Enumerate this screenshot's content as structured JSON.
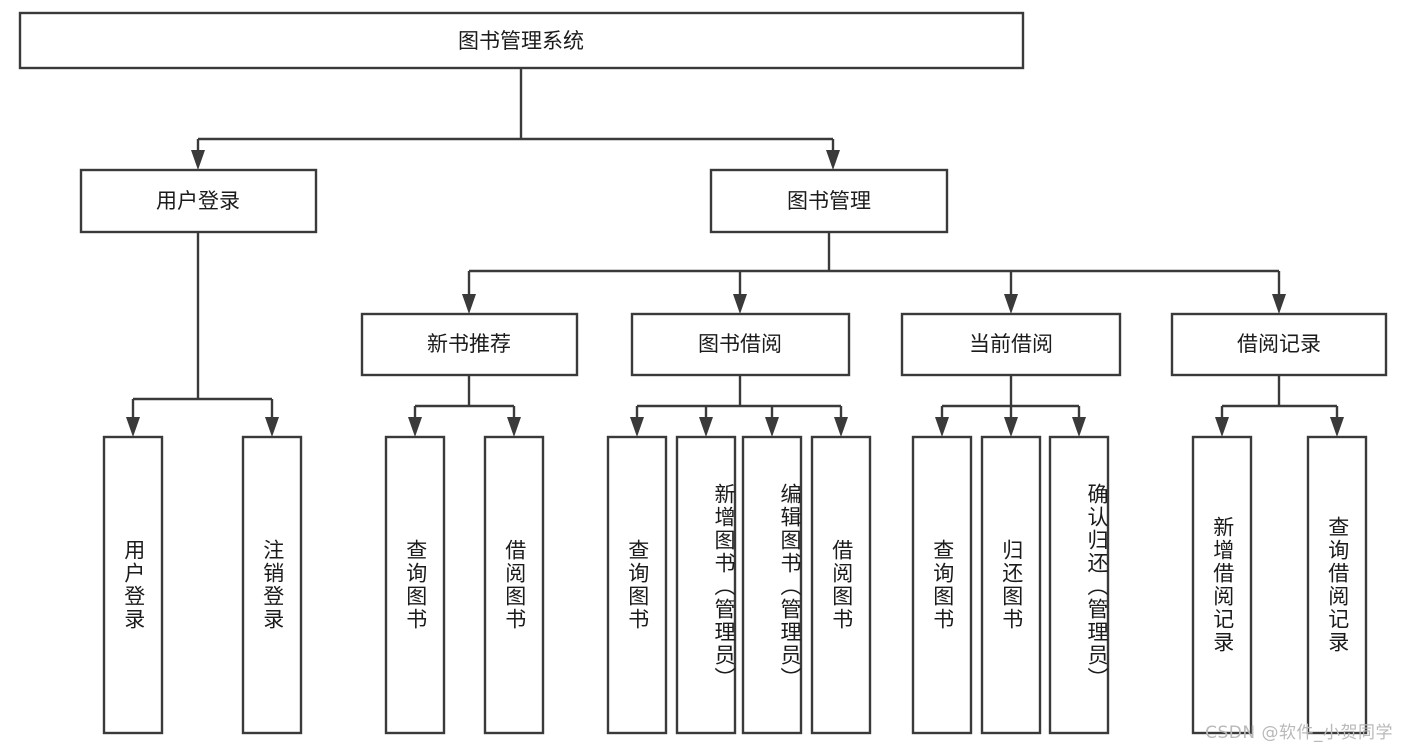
{
  "diagram": {
    "title": "图书管理系统",
    "type": "tree-hierarchy",
    "root": {
      "label": "图书管理系统"
    },
    "level2": [
      {
        "label": "用户登录"
      },
      {
        "label": "图书管理"
      }
    ],
    "level3": [
      {
        "label": "新书推荐"
      },
      {
        "label": "图书借阅"
      },
      {
        "label": "当前借阅"
      },
      {
        "label": "借阅记录"
      }
    ],
    "leaves": {
      "user_login": [
        {
          "label": "用户登录"
        },
        {
          "label": "注销登录"
        }
      ],
      "new_book_recommend": [
        {
          "label": "查询图书"
        },
        {
          "label": "借阅图书"
        }
      ],
      "book_borrow": [
        {
          "label": "查询图书"
        },
        {
          "label": "新增图书（管理员）"
        },
        {
          "label": "编辑图书（管理员）"
        },
        {
          "label": "借阅图书"
        }
      ],
      "current_borrow": [
        {
          "label": "查询图书"
        },
        {
          "label": "归还图书"
        },
        {
          "label": "确认归还（管理员）"
        }
      ],
      "borrow_record": [
        {
          "label": "新增借阅记录"
        },
        {
          "label": "查询借阅记录"
        }
      ]
    }
  },
  "watermark": {
    "text": "CSDN @软件_小贺同学"
  },
  "colors": {
    "stroke": "#3a3a3a",
    "box_fill": "#ffffff",
    "text": "#1b1b1b",
    "watermark": "#b9b9b9",
    "background": "#ffffff"
  }
}
